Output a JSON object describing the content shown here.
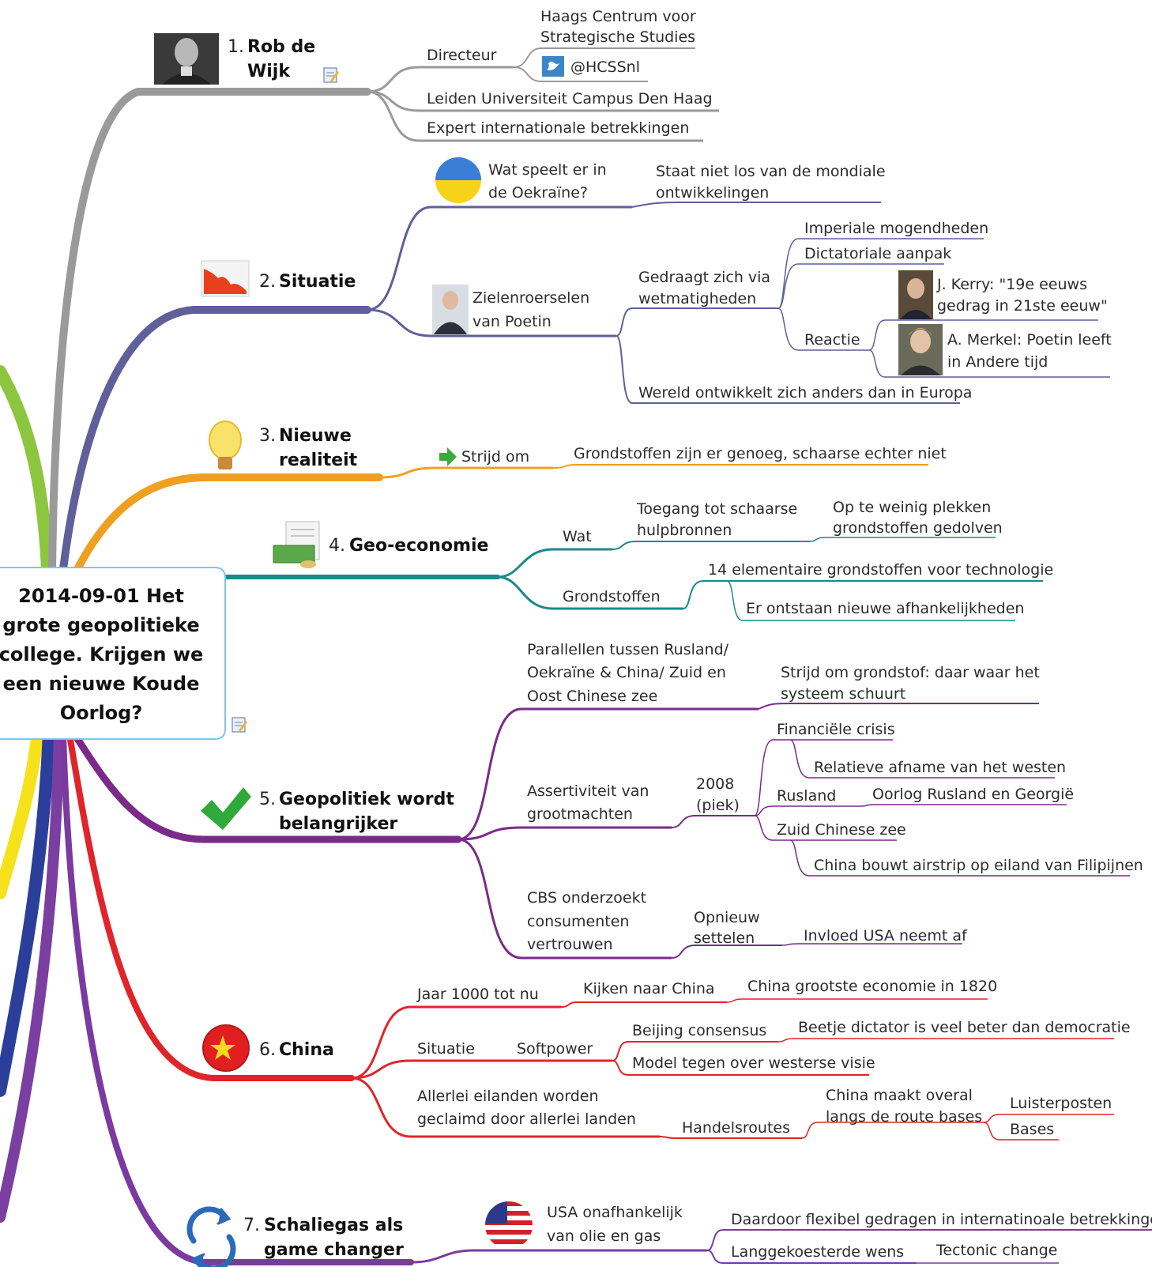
{
  "center": {
    "lines": [
      "2014-09-01 Het",
      "grote geopolitieke",
      "college. Krijgen we",
      "een nieuwe Koude",
      "Oorlog?"
    ],
    "note_icon": "note-icon"
  },
  "colors": {
    "t1": "#9a9a9a",
    "t2": "#5f5f9a",
    "t3": "#f0a020",
    "t4": "#1a8a8a",
    "t5": "#7a2a8a",
    "t6": "#e0252a",
    "t7": "#7a3aa0",
    "green": "#8cc63f",
    "yellow": "#f5e21a",
    "blue": "#2b3f9a",
    "purple": "#7a3fa0"
  },
  "topics": {
    "t1": {
      "num": "1.",
      "line1": "Rob de",
      "line2": "Wijk",
      "icon": "person-photo-icon",
      "note_icon": "note-icon",
      "directeur": "Directeur",
      "hcss1": "Haags Centrum voor",
      "hcss2": "Strategische Studies",
      "twitter_icon": "twitter-icon",
      "twitter": "@HCSSnl",
      "leiden": "Leiden Universiteit Campus Den Haag",
      "expert": "Expert internationale betrekkingen"
    },
    "t2": {
      "num": "2.",
      "name": "Situatie",
      "icon": "declining-chart-icon",
      "oek1": "Wat speelt er in",
      "oek2": "de Oekraïne?",
      "oek_icon": "ukraine-flag-icon",
      "staat1": "Staat niet los van de mondiale",
      "staat2": "ontwikkelingen",
      "poet1": "Zielenroerselen",
      "poet2": "van Poetin",
      "poet_icon": "poetin-photo-icon",
      "gedr1": "Gedraagt zich via",
      "gedr2": "wetmatigheden",
      "imp": "Imperiale mogendheden",
      "dict": "Dictatoriale aanpak",
      "reactie": "Reactie",
      "kerry1": "J. Kerry: \"19e eeuws",
      "kerry2": "gedrag in 21ste eeuw\"",
      "kerry_icon": "kerry-photo-icon",
      "merkel1": "A. Merkel: Poetin leeft",
      "merkel2": "in Andere tijd",
      "merkel_icon": "merkel-photo-icon",
      "wereld": "Wereld ontwikkelt zich anders dan in Europa"
    },
    "t3": {
      "num": "3.",
      "line1": "Nieuwe",
      "line2": "realiteit",
      "icon": "lightbulb-icon",
      "strijd": "Strijd om",
      "arrow_icon": "arrow-right-icon",
      "grond": "Grondstoffen zijn er genoeg, schaarse echter niet"
    },
    "t4": {
      "num": "4.",
      "name": "Geo-economie",
      "icon": "money-icon",
      "wat": "Wat",
      "toeg1": "Toegang tot schaarse",
      "toeg2": "hulpbronnen",
      "optw1": "Op te weinig plekken",
      "optw2": "grondstoffen gedolven",
      "grondst": "Grondstoffen",
      "elem": "14 elementaire grondstoffen voor technologie",
      "afh": "Er ontstaan nieuwe afhankelijkheden"
    },
    "t5": {
      "num": "5.",
      "line1": "Geopolitiek wordt",
      "line2": "belangrijker",
      "icon": "checkmark-icon",
      "par1": "Parallellen tussen Rusland/",
      "par2": "Oekraïne &  China/ Zuid en",
      "par3": "Oost Chinese zee",
      "strg1": "Strijd om grondstof: daar waar het",
      "strg2": "systeem schuurt",
      "ass1": "Assertiviteit van",
      "ass2": "grootmachten",
      "y2008": "2008",
      "piek": "(piek)",
      "fin": "Financiële crisis",
      "rel": "Relatieve afname van het westen",
      "rus": "Rusland",
      "oorlog": "Oorlog Rusland en Georgië",
      "zcz": "Zuid Chinese zee",
      "airstrip": "China bouwt airstrip op eiland van Filipijnen",
      "cbs1": "CBS onderzoekt",
      "cbs2": "consumenten",
      "cbs3": "vertrouwen",
      "opn1": "Opnieuw",
      "opn2": "settelen",
      "invl": "Invloed USA neemt af"
    },
    "t6": {
      "num": "6.",
      "name": "China",
      "icon": "china-flag-icon",
      "jaar": "Jaar 1000 tot nu",
      "kijk": "Kijken naar China",
      "groot": "China grootste economie in 1820",
      "sit": "Situatie",
      "soft": "Softpower",
      "beij": "Beijing consensus",
      "beetje": "Beetje dictator is veel beter dan democratie",
      "model": "Model tegen over westerse visie",
      "all1": "Allerlei eilanden worden",
      "all2": "geclaimd door allerlei landen",
      "handel": "Handelsroutes",
      "maakt1": "China maakt overal",
      "maakt2": "langs de route bases",
      "luis": "Luisterposten",
      "bases": "Bases"
    },
    "t7": {
      "num": "7.",
      "line1": "Schaliegas als",
      "line2": "game changer",
      "icon": "refresh-arrows-icon",
      "usa1": "USA onafhankelijk",
      "usa2": "van olie en gas",
      "usa_icon": "usa-flag-icon",
      "daar": "Daardoor flexibel gedragen in internatinoale betrekkingen",
      "lang": "Langgekoesterde wens",
      "tect": "Tectonic change"
    }
  }
}
